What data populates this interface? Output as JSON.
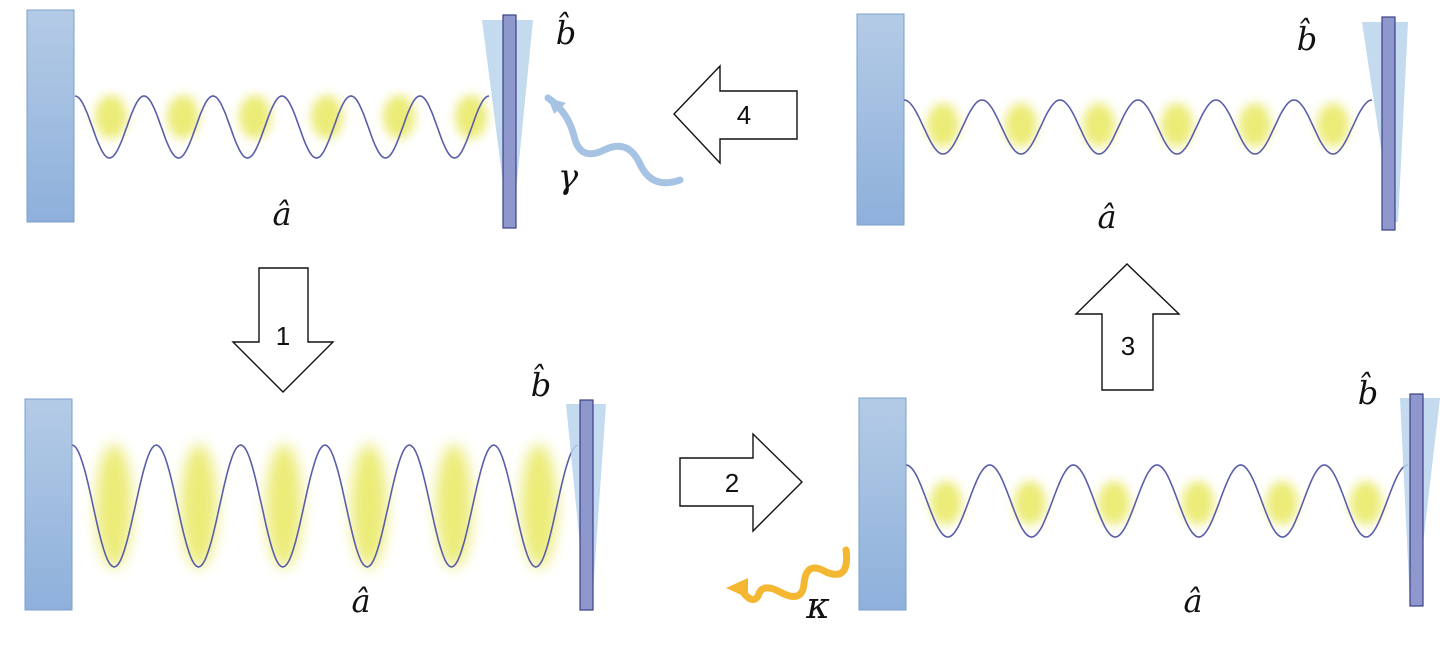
{
  "labels": {
    "cavity_mode": "â",
    "mechanical_mode": "b̂",
    "mechanical_damping": "γ",
    "cavity_decay": "κ"
  },
  "steps": [
    "1",
    "2",
    "3",
    "4"
  ],
  "colors": {
    "mirror_fill": "#9dbbe0",
    "mirror_edge": "#7aa0cc",
    "membrane_fill": "#8f98cc",
    "membrane_edge": "#3b3f86",
    "membrane_motion": "#b9d3ec",
    "standing_wave": "#5a5ea8",
    "field_glow": "#e8e860",
    "phonon_photon": "#a7c3e3",
    "cavity_photon": "#f4b731",
    "arrow_edge": "#111111"
  }
}
